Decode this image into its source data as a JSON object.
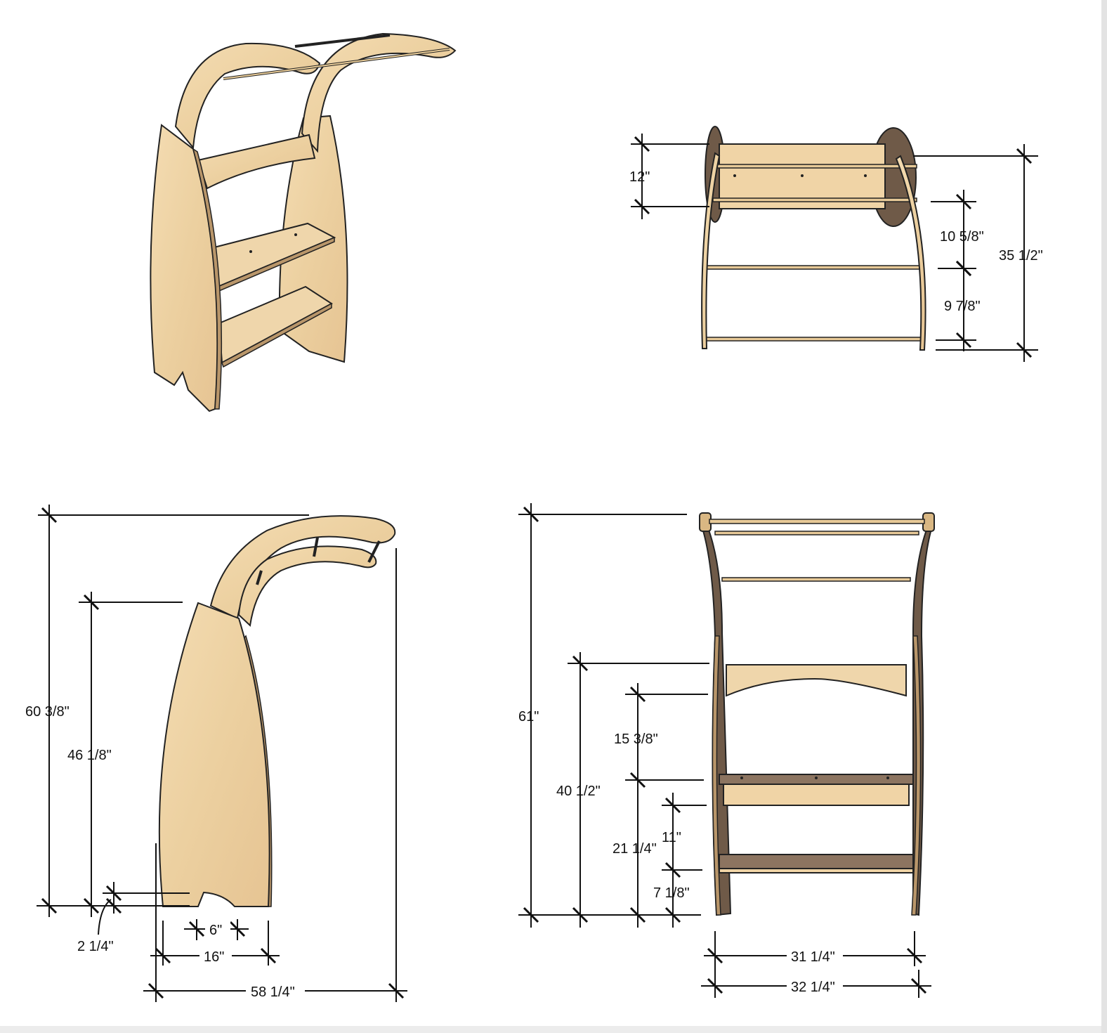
{
  "views": {
    "isometric": {},
    "top": {
      "dimensions": [
        "12\"",
        "10 5/8\"",
        "35 1/2\"",
        "9 7/8\""
      ]
    },
    "side": {
      "dimensions": [
        "60 3/8\"",
        "46 1/8\"",
        "2 1/4\"",
        "6\"",
        "16\"",
        "58 1/4\""
      ]
    },
    "front": {
      "dimensions": [
        "61\"",
        "15 3/8\"",
        "40 1/2\"",
        "11\"",
        "21 1/4\"",
        "7 1/8\"",
        "31 1/4\"",
        "32 1/4\""
      ]
    }
  },
  "colors": {
    "wood": "#f0d4a6",
    "wood_dark": "#6f5a48",
    "line": "#111111"
  }
}
